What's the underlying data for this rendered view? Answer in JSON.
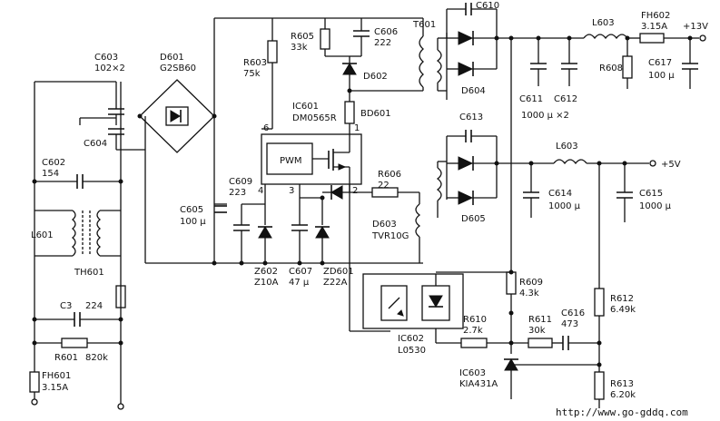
{
  "labels": {
    "c603": "C603",
    "c603v": "102×2",
    "d601": "D601",
    "d601v": "G2SB60",
    "c604": "C604",
    "c602": "C602",
    "c602v": "154",
    "l601": "L601",
    "th601": "TH601",
    "c3": "C3",
    "c3v": "224",
    "r601": "R601",
    "r601v": "820k",
    "fh601": "FH601",
    "fh601v": "3.15A",
    "r603": "R603",
    "r603v": "75k",
    "r605": "R605",
    "r605v": "33k",
    "c606": "C606",
    "c606v": "222",
    "d602": "D602",
    "ic601": "IC601",
    "ic601v": "DM0565R",
    "bd601": "BD601",
    "pin6": "6",
    "pin1": "1",
    "pin4": "4",
    "pin3": "3",
    "pin2": "2",
    "pwm": "PWM",
    "c609": "C609",
    "c609v": "223",
    "c605": "C605",
    "c605v": "100 μ",
    "r606": "R606",
    "r606v": "22",
    "d603": "D603",
    "d603v": "TVR10G",
    "z602": "Z602",
    "z602v": "Z10A",
    "c607": "C607",
    "c607v": "47 μ",
    "zd601": "ZD601",
    "zd601v": "Z22A",
    "t601": "T601",
    "c610": "C610",
    "d604": "D604",
    "c611": "C611",
    "c612": "C612",
    "c611v": "1000 μ ×2",
    "l603a": "L603",
    "fh602": "FH602",
    "fh602v": "3.15A",
    "v13": "+13V",
    "r608": "R608",
    "c617": "C617",
    "c617v": "100 μ",
    "c613": "C613",
    "d605": "D605",
    "l603b": "L603",
    "v5": "+5V",
    "c614": "C614",
    "c614v": "1000 μ",
    "c615": "C615",
    "c615v": "1000 μ",
    "r609": "R609",
    "r609v": "4.3k",
    "r610": "R610",
    "r610v": "2.7k",
    "r611": "R611",
    "r611v": "30k",
    "c616": "C616",
    "c616v": "473",
    "r612": "R612",
    "r612v": "6.49k",
    "r613": "R613",
    "r613v": "6.20k",
    "ic602": "IC602",
    "ic602v": "L0530",
    "ic603": "IC603",
    "ic603v": "KIA431A",
    "url": "http://www.go-gddq.com"
  }
}
